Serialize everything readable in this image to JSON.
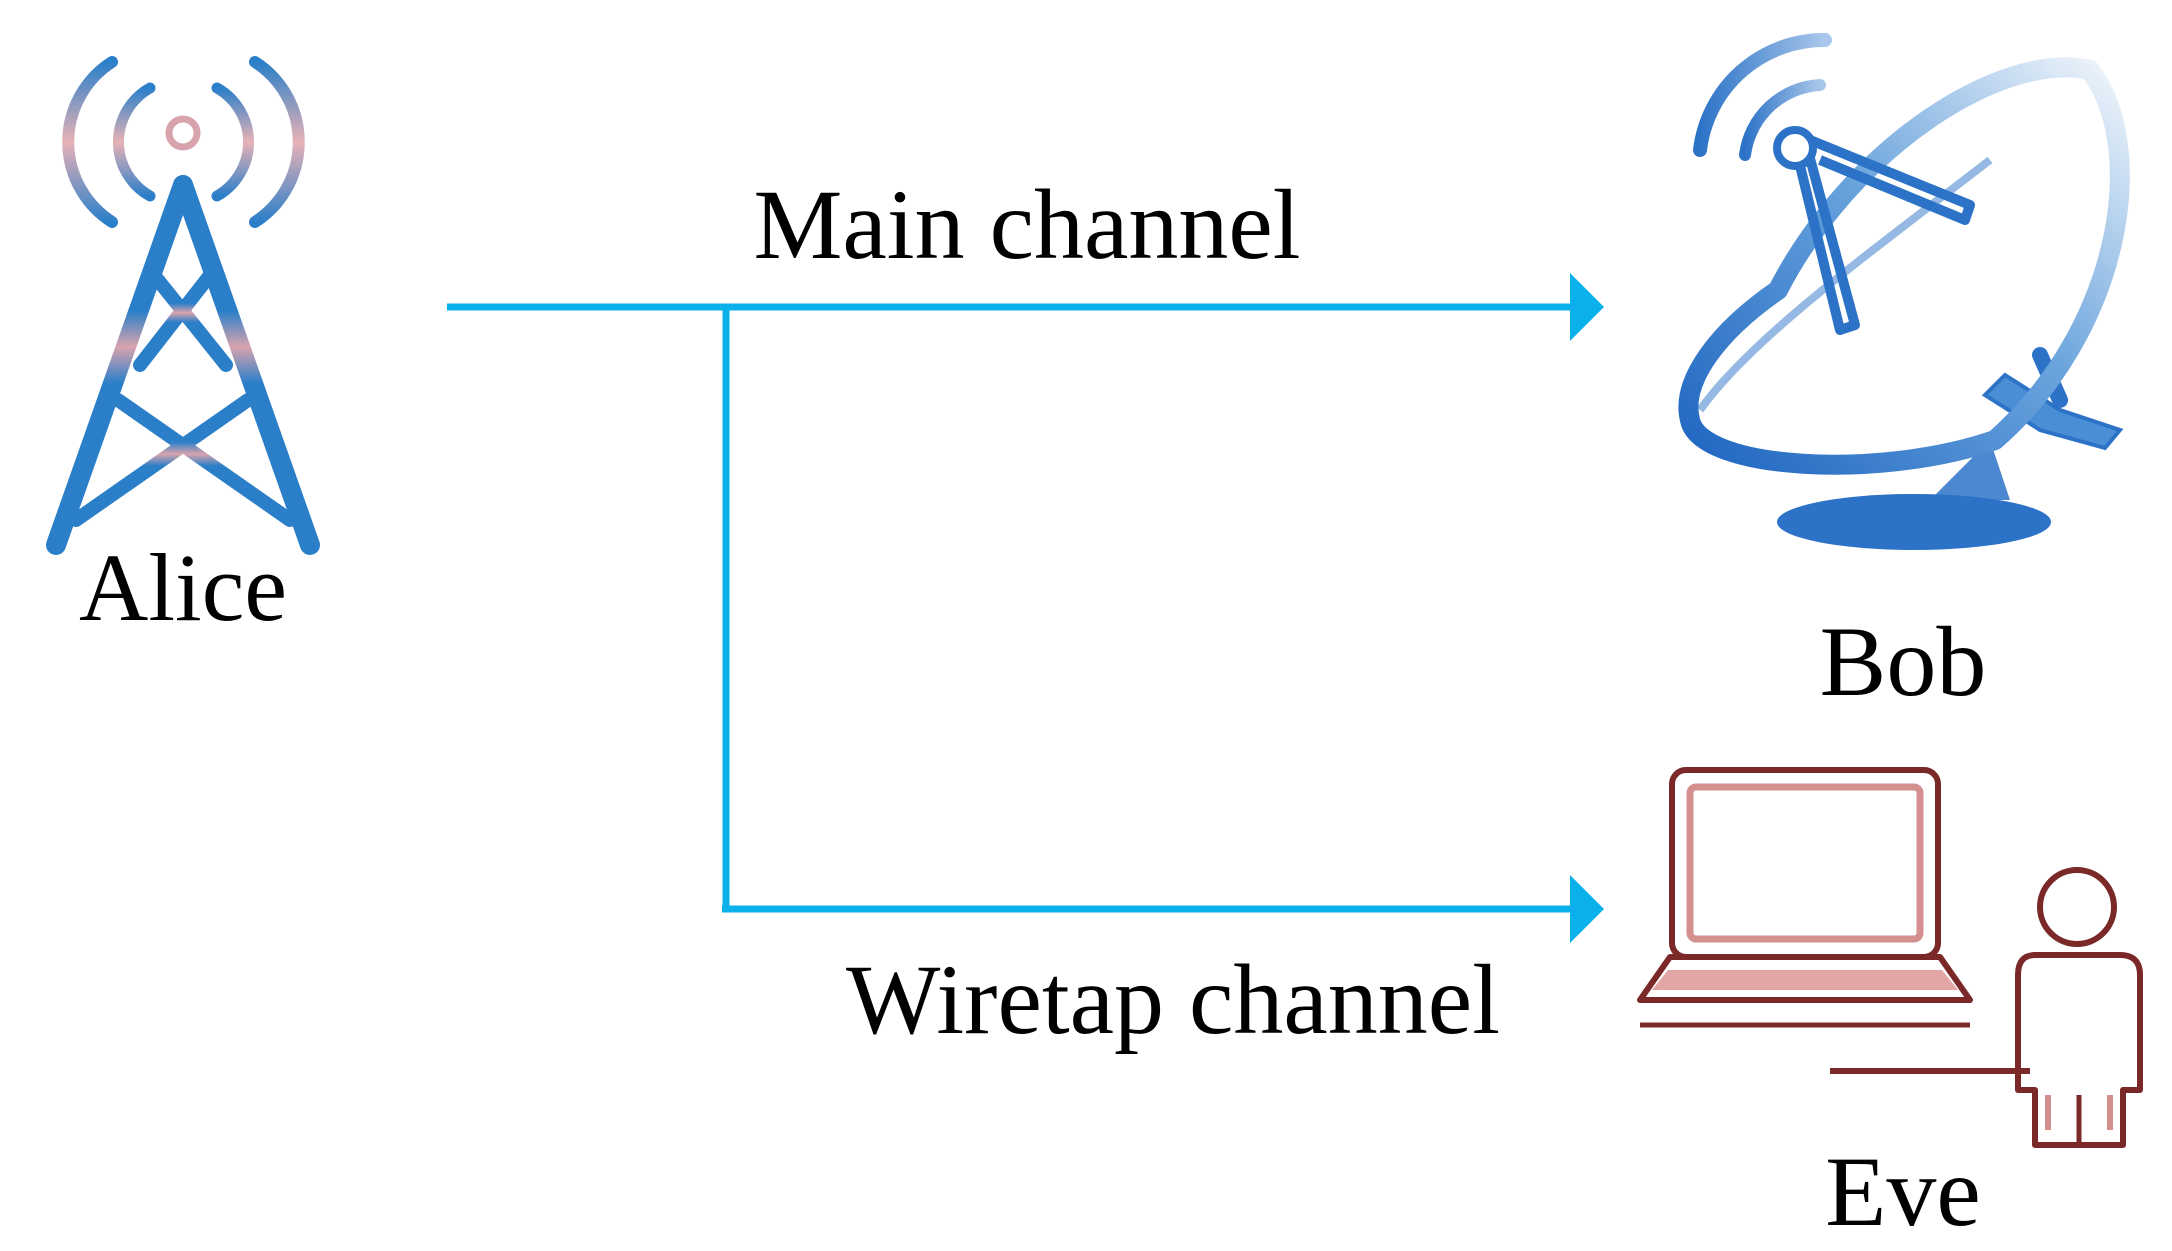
{
  "nodes": {
    "alice": {
      "label": "Alice",
      "icon": "radio-tower-icon"
    },
    "bob": {
      "label": "Bob",
      "icon": "satellite-dish-icon"
    },
    "eve": {
      "label": "Eve",
      "icon": "laptop-person-icon"
    }
  },
  "channels": {
    "main": {
      "label": "Main channel"
    },
    "wiretap": {
      "label": "Wiretap channel"
    }
  },
  "colors": {
    "arrow": "#0ab0ea",
    "tower": "#2b7fc9",
    "dish": "#2c73c7",
    "laptop": "#7a2828"
  }
}
